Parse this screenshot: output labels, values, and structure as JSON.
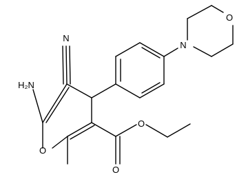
{
  "molecule": {
    "atoms": [
      {
        "id": "nitrile_n",
        "element": "N",
        "label": "N"
      },
      {
        "id": "amine",
        "element": "N",
        "label": "H₂N"
      },
      {
        "id": "ring_o",
        "element": "O",
        "label": "O"
      },
      {
        "id": "ester_o_single",
        "element": "O",
        "label": "O"
      },
      {
        "id": "ester_o_double",
        "element": "O",
        "label": "O"
      },
      {
        "id": "morpholine_n",
        "element": "N",
        "label": "N"
      },
      {
        "id": "morpholine_o",
        "element": "O",
        "label": "O"
      }
    ],
    "colors": {
      "bond": "#000000",
      "label": "#000000",
      "background": "#ffffff"
    }
  }
}
